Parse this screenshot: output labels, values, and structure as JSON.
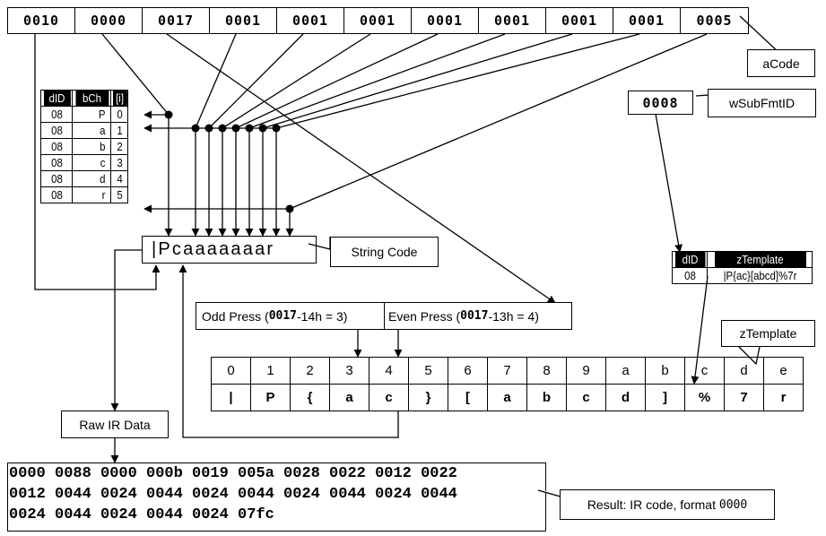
{
  "acode": {
    "label": "aCode",
    "cells": [
      "0010",
      "0000",
      "0017",
      "0001",
      "0001",
      "0001",
      "0001",
      "0001",
      "0001",
      "0001",
      "0005"
    ]
  },
  "lookup_table": {
    "headers": [
      "dID",
      "bCh",
      "[i]"
    ],
    "rows": [
      {
        "dID": "08",
        "bCh": "P",
        "i": "0"
      },
      {
        "dID": "08",
        "bCh": "a",
        "i": "1"
      },
      {
        "dID": "08",
        "bCh": "b",
        "i": "2"
      },
      {
        "dID": "08",
        "bCh": "c",
        "i": "3"
      },
      {
        "dID": "08",
        "bCh": "d",
        "i": "4"
      },
      {
        "dID": "08",
        "bCh": "r",
        "i": "5"
      }
    ]
  },
  "sub_format": {
    "value": "0008",
    "label": "wSubFmtID"
  },
  "template_table": {
    "headers": [
      "dID",
      "zTemplate"
    ],
    "row": {
      "dID": "08",
      "zTemplate": "|P{ac}[abcd]%7r"
    }
  },
  "string_code": {
    "value": "|Pcaaaaaaar",
    "label": "String Code"
  },
  "press": {
    "odd": {
      "prefix": "Odd Press (",
      "code": "0017",
      "suffix": "-14h = 3)"
    },
    "even": {
      "prefix": "Even Press (",
      "code": "0017",
      "suffix": "-13h = 4)"
    }
  },
  "ztemplate": {
    "label": "zTemplate",
    "indices": [
      "0",
      "1",
      "2",
      "3",
      "4",
      "5",
      "6",
      "7",
      "8",
      "9",
      "a",
      "b",
      "c",
      "d",
      "e"
    ],
    "chars": [
      "|",
      "P",
      "{",
      "a",
      "c",
      "}",
      "[",
      "a",
      "b",
      "c",
      "d",
      "]",
      "%",
      "7",
      "r"
    ]
  },
  "raw_ir": {
    "label": "Raw IR Data",
    "lines": [
      "0000 0088 0000 000b 0019 005a 0028 0022 0012 0022",
      "0012 0044 0024 0044 0024 0044 0024 0044 0024 0044",
      "0024 0044 0024 0044 0024 07fc"
    ]
  },
  "result": {
    "prefix": "Result: IR code, format ",
    "format": "0000"
  }
}
